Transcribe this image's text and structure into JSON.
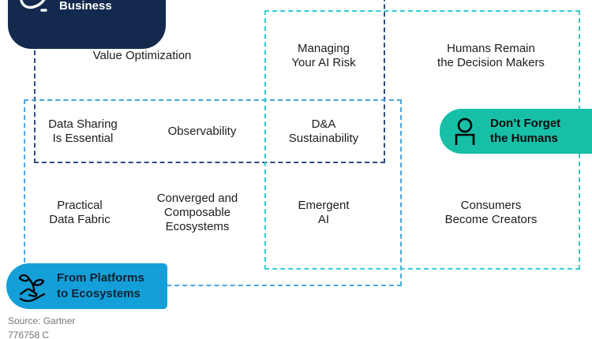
{
  "diagram": {
    "title_hint": "Gartner data & analytics trends grouping diagram",
    "colors": {
      "business_badge_bg": "#13294d",
      "business_box_dash": "#2f4d7c",
      "humans_badge_bg": "#16bfa6",
      "humans_box_dash": "#3cc8ce",
      "ecosystems_badge_bg": "#159fd9",
      "ecosystems_box_dash": "#4aa5de",
      "trend_text": "#1d1d1d",
      "footer_text": "#767676"
    }
  },
  "badges": {
    "business": {
      "label": "Business",
      "icon": "swoosh-icon"
    },
    "dont_forget_humans": {
      "label": "Don’t Forget\nthe Humans",
      "icon": "person-icon"
    },
    "platforms_ecosystems": {
      "label": "From Platforms\nto Ecosystems",
      "icon": "sprout-in-hand-icon"
    }
  },
  "trends": [
    {
      "label": "Value Optimization"
    },
    {
      "label": "Managing\nYour AI Risk"
    },
    {
      "label": "Humans Remain\nthe Decision Makers"
    },
    {
      "label": "Data Sharing\nIs Essential"
    },
    {
      "label": "Observability"
    },
    {
      "label": "D&A\nSustainability"
    },
    {
      "label": "Practical\nData Fabric"
    },
    {
      "label": "Converged and\nComposable\nEcosystems"
    },
    {
      "label": "Emergent\nAI"
    },
    {
      "label": "Consumers\nBecome Creators"
    }
  ],
  "footer": {
    "source": "Source: Gartner",
    "doc_id": "776758 C"
  }
}
